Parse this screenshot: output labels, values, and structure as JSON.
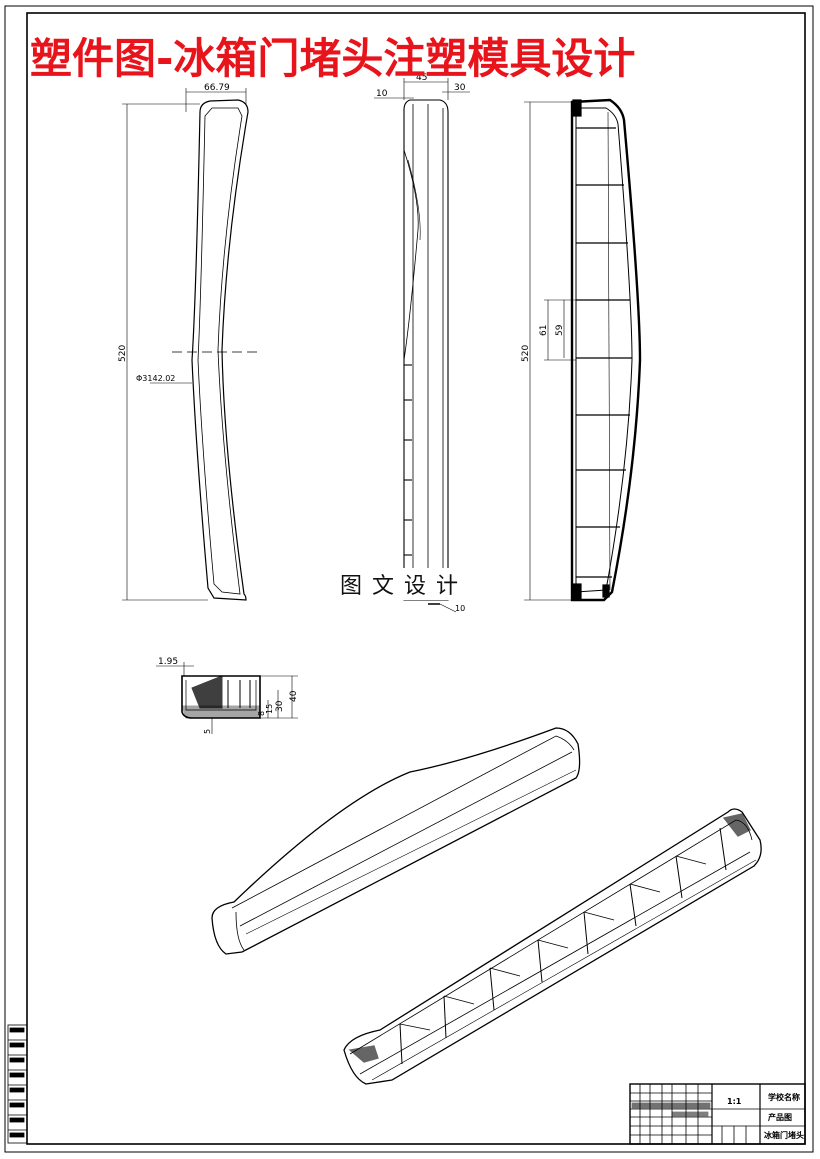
{
  "title": "塑件图-冰箱门堵头注塑模具设计",
  "watermark": "图文设计",
  "dimensions": {
    "front_width": "66.79",
    "front_height": "520",
    "front_radius": "Φ3142.02",
    "side_left": "10",
    "side_mid": "45",
    "side_right": "30",
    "back_height": "520",
    "back_rib_outer": "61",
    "back_rib_inner": "59",
    "detail_angle": "10",
    "section_top": "1.95",
    "section_h1": "40",
    "section_h2": "30",
    "section_h3": "15",
    "section_h4": "8",
    "section_bottom": "5"
  },
  "title_block": {
    "school_label": "学校名称",
    "product_label": "产品图",
    "part_name": "冰箱门堵头",
    "scale": "1:1"
  },
  "colors": {
    "title": "#e8141c",
    "line": "#000000"
  }
}
